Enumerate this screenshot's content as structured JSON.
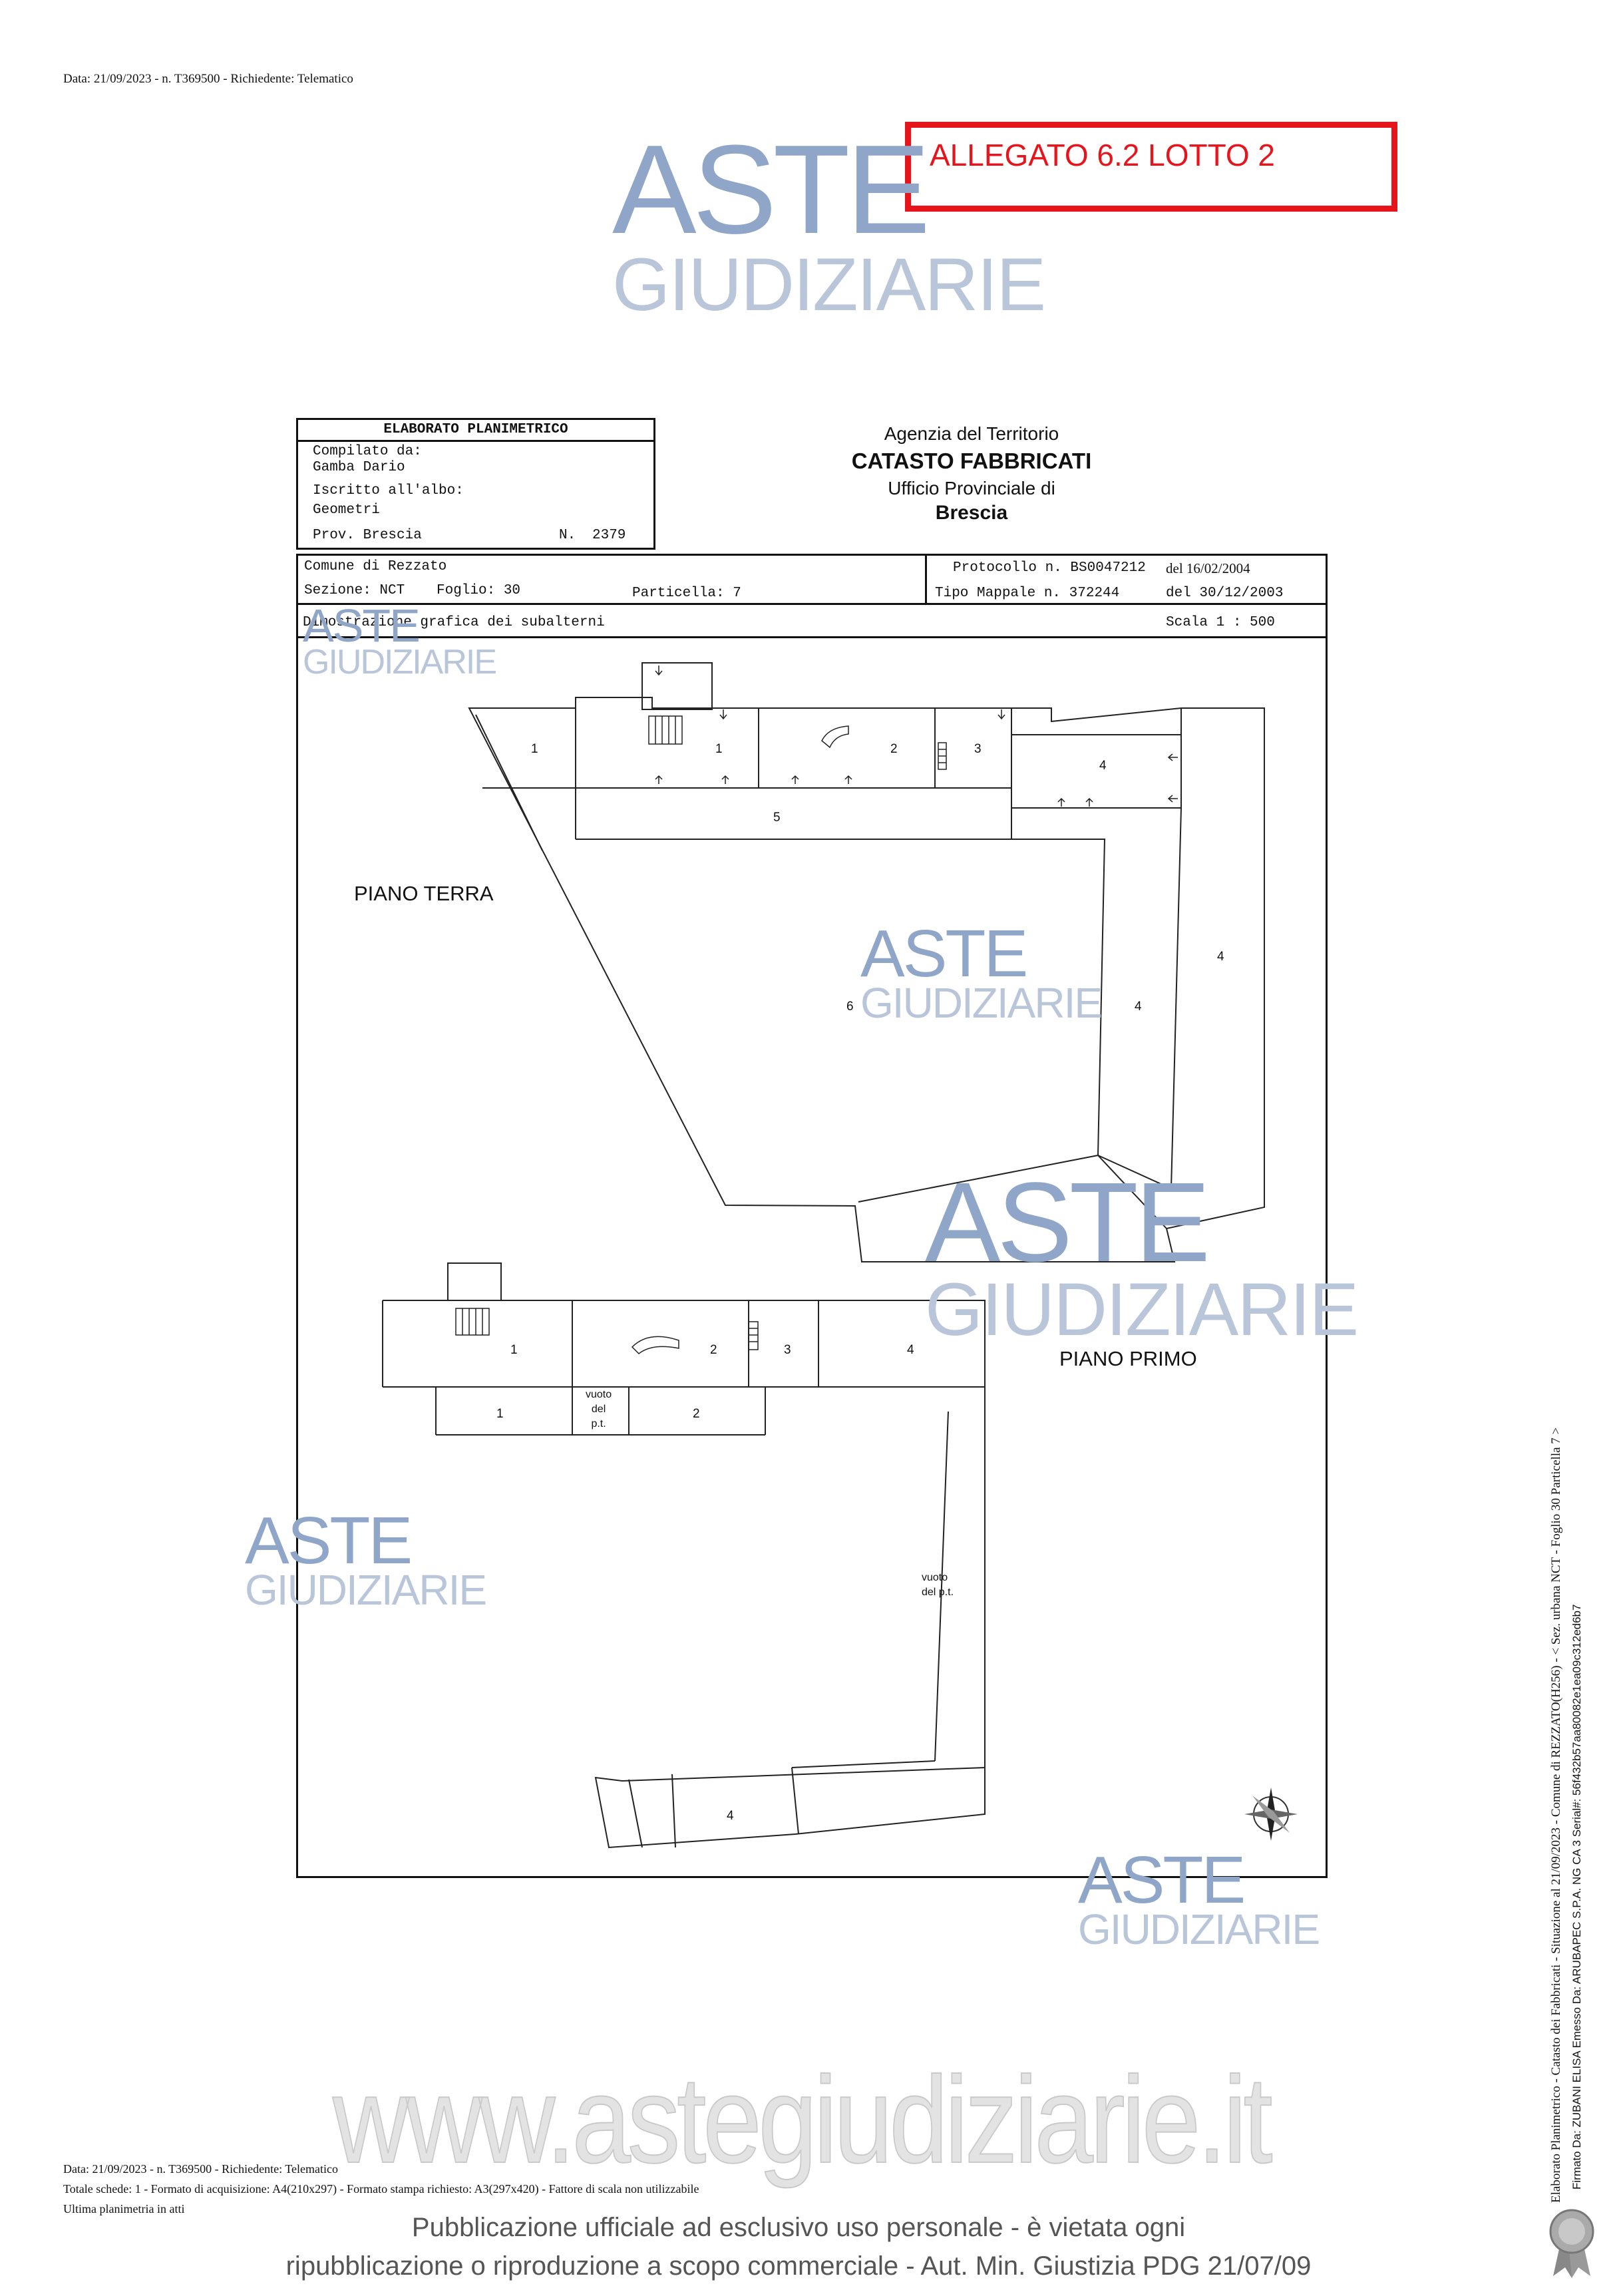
{
  "header_top": "Data: 21/09/2023 - n. T369500 - Richiedente: Telematico",
  "allegato": "ALLEGATO 6.2 LOTTO 2",
  "watermark": {
    "aste": "ASTE",
    "giudiziarie": "GIUDIZIARIE"
  },
  "elaborato": {
    "title": "ELABORATO PLANIMETRICO",
    "compilato_label": "Compilato da:",
    "compilato_name": "Gamba Dario",
    "iscritto_label": "Iscritto all'albo:",
    "iscritto_value": "Geometri",
    "prov_label": "Prov. Brescia",
    "n_label": "N.",
    "n_value": "2379"
  },
  "agency": {
    "line1": "Agenzia del Territorio",
    "line2": "CATASTO FABBRICATI",
    "line3": "Ufficio Provinciale di",
    "line4": "Brescia"
  },
  "info": {
    "comune": "Comune di Rezzato",
    "sezione": "Sezione: NCT",
    "foglio": "Foglio: 30",
    "particella": "Particella: 7",
    "protocollo": "Protocollo n. BS0047212",
    "protocollo_date": "del 16/02/2004",
    "tipo_mappale": "Tipo Mappale n. 372244",
    "tipo_date": "del 30/12/2003",
    "dimostrazione": "Dimostrazione grafica dei subalterni",
    "scala": "Scala 1 : 500"
  },
  "plan": {
    "piano_terra": "PIANO TERRA",
    "piano_primo": "PIANO PRIMO",
    "vuoto": [
      "vuoto",
      "del",
      "p.t."
    ],
    "vuoto_long": [
      "vuoto",
      "del p.t."
    ],
    "labels": [
      "1",
      "2",
      "3",
      "4",
      "5",
      "6"
    ]
  },
  "footer": {
    "line1": "Data: 21/09/2023 - n. T369500 - Richiedente: Telematico",
    "line2": "Totale schede: 1 - Formato di acquisizione: A4(210x297)  - Formato stampa richiesto: A3(297x420) - Fattore di scala non utilizzabile",
    "line3": "Ultima planimetria in atti"
  },
  "url_watermark": "www.astegiudiziarie.it",
  "publication": {
    "line1": "Pubblicazione ufficiale ad esclusivo uso personale - è vietata ogni",
    "line2": "ripubblicazione o riproduzione a scopo commerciale - Aut. Min. Giustizia PDG 21/07/09"
  },
  "side_text": {
    "line1": "Elaborato Planimetrico - Catasto dei Fabbricati - Situazione al 21/09/2023 - Comune di REZZATO(H256) - < Sez. urbana NCT - Foglio 30 Particella 7 >",
    "line2": "Firmato Da: ZUBANI ELISA Emesso Da: ARUBAPEC S.P.A. NG CA 3 Serial#: 56f432b57aa80082e1ea09c312ed6b7"
  },
  "colors": {
    "red_frame": "#e8141b",
    "watermark_blue": "#8fa6c9"
  },
  "icons": [
    "compass-rose-icon",
    "seal-ribbon-icon",
    "gavel-icon"
  ]
}
